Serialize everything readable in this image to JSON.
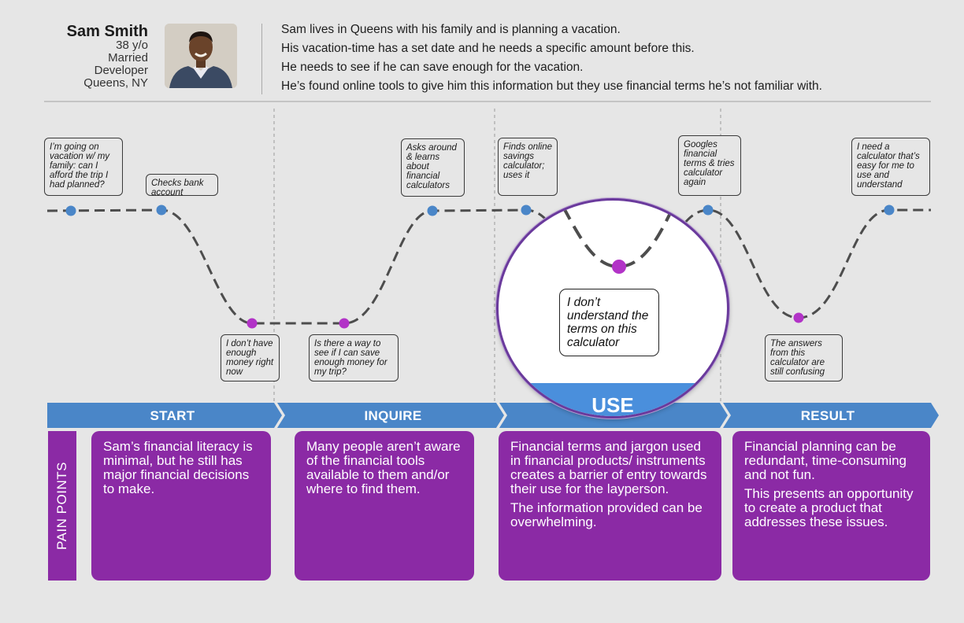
{
  "persona": {
    "name": "Sam Smith",
    "age": "38 y/o",
    "status": "Married",
    "job": "Developer",
    "location": "Queens, NY"
  },
  "story": [
    "Sam lives in Queens with his family and is planning a vacation.",
    "His vacation-time has a set date and he needs a specific amount before this.",
    "He needs to see if he can save enough for the vacation.",
    "He’s found online tools to give him this information but they use financial terms he’s not familiar with."
  ],
  "notes": {
    "going_on_vacation": "I’m going on vacation w/ my family: can I afford the trip I had planned?",
    "checks_bank": "Checks bank account",
    "not_enough_money": "I don’t have enough money right now",
    "save_enough": "Is there a way to see if I can save enough money for my trip?",
    "asks_around": "Asks around & learns about financial calculators",
    "finds_calculator": "Finds online savings calculator; uses it",
    "dont_understand": "I don’t understand the terms on this calculator",
    "googles_terms": "Googles financial terms & tries calculator again",
    "answers_confusing": "The answers from this calculator are still confusing",
    "need_easy_calculator": "I need a calculator that’s easy for me to use and understand"
  },
  "phases": {
    "start": "START",
    "inquire": "INQUIRE",
    "use": "USE",
    "result": "RESULT"
  },
  "pain_points": {
    "label": "PAIN POINTS",
    "start": [
      "Sam’s financial literacy is minimal, but he still has major financial decisions to make."
    ],
    "inquire": [
      "Many people aren’t aware of the financial tools available to them and/or where to find them."
    ],
    "use": [
      "Financial terms and jargon used in financial products/ instruments creates a barrier of entry towards their use for the layperson.",
      "The information provided can be overwhelming."
    ],
    "result": [
      "Financial planning can be redundant, time-consuming and not fun.",
      "This presents an opportunity to create a product that addresses these issues."
    ]
  },
  "colors": {
    "positive_point": "#4a86c8",
    "negative_point": "#b233c7",
    "phase_band": "#4a86c8",
    "pain_card": "#8b2aa5",
    "background": "#e6e6e6"
  }
}
